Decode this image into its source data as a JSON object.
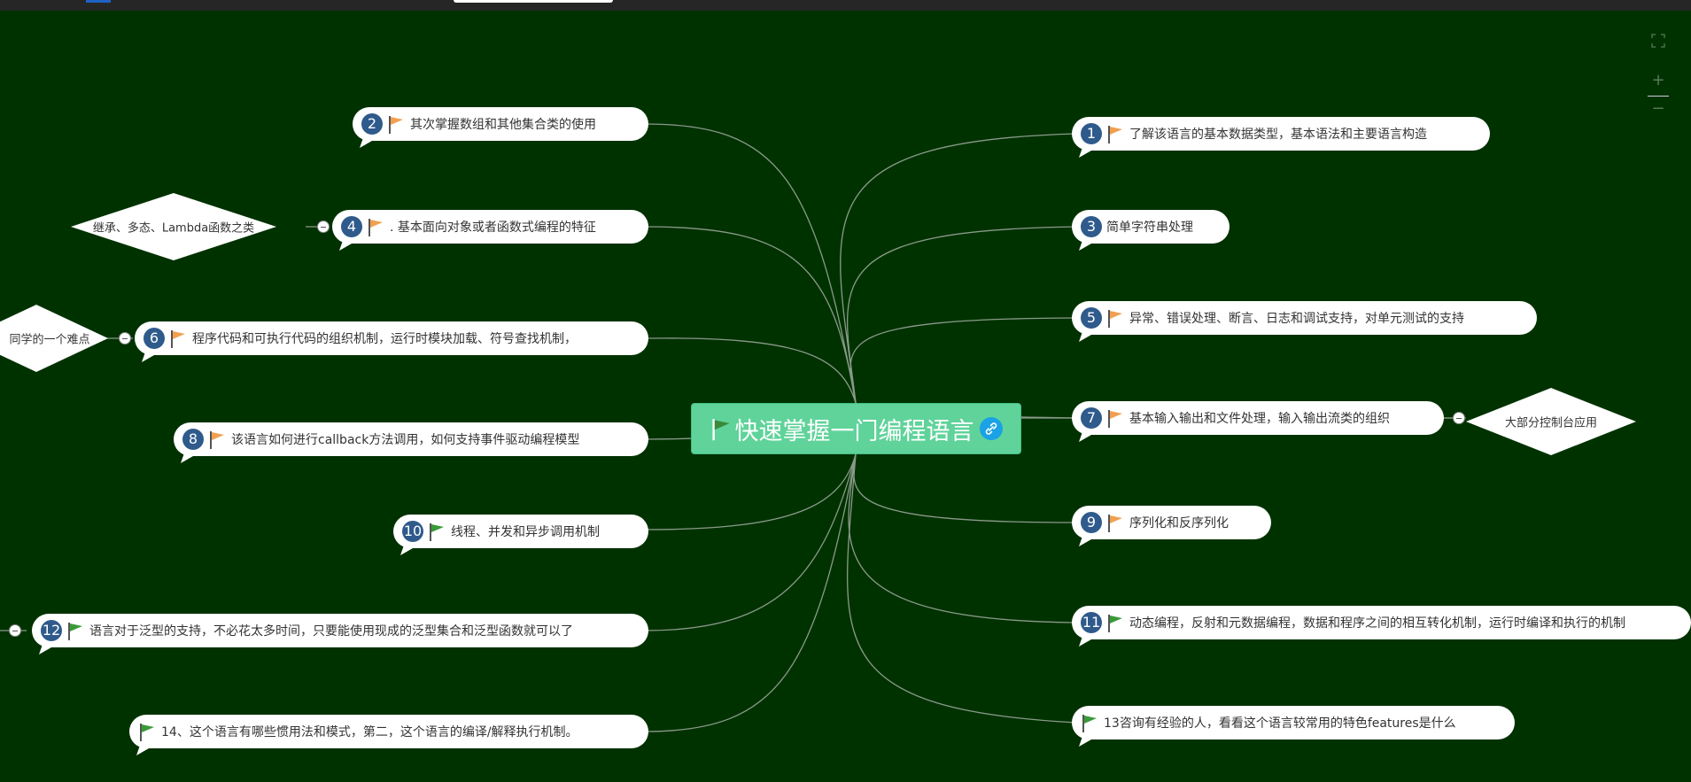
{
  "center": {
    "label": "快速掌握一门编程语言",
    "flag_color": "#3a9a3a"
  },
  "colors": {
    "background": "#003200",
    "center_fill": "#5fd39a",
    "number_badge": "#2f5a8c",
    "flag_orange": "#f0a050",
    "flag_green": "#3a9a3a",
    "link": "#1aa1e6"
  },
  "nodes": [
    {
      "id": 1,
      "num": "1",
      "flag": "orange",
      "text": "了解该语言的基本数据类型，基本语法和主要语言构造"
    },
    {
      "id": 2,
      "num": "2",
      "flag": "orange",
      "text": "其次掌握数组和其他集合类的使用"
    },
    {
      "id": 3,
      "num": "3",
      "flag": "",
      "text": "简单字符串处理"
    },
    {
      "id": 4,
      "num": "4",
      "flag": "orange",
      "text": ". 基本面向对象或者函数式编程的特征"
    },
    {
      "id": 5,
      "num": "5",
      "flag": "orange",
      "text": "异常、错误处理、断言、日志和调试支持，对单元测试的支持"
    },
    {
      "id": 6,
      "num": "6",
      "flag": "orange",
      "text": "程序代码和可执行代码的组织机制，运行时模块加载、符号查找机制，"
    },
    {
      "id": 7,
      "num": "7",
      "flag": "orange",
      "text": "基本输入输出和文件处理，输入输出流类的组织"
    },
    {
      "id": 8,
      "num": "8",
      "flag": "orange",
      "text": "该语言如何进行callback方法调用，如何支持事件驱动编程模型"
    },
    {
      "id": 9,
      "num": "9",
      "flag": "orange",
      "text": "序列化和反序列化"
    },
    {
      "id": 10,
      "num": "10",
      "flag": "green",
      "text": "线程、并发和异步调用机制"
    },
    {
      "id": 11,
      "num": "11",
      "flag": "green",
      "text": "动态编程，反射和元数据编程，数据和程序之间的相互转化机制，运行时编译和执行的机制"
    },
    {
      "id": 12,
      "num": "12",
      "flag": "green",
      "text": "语言对于泛型的支持，不必花太多时间，只要能使用现成的泛型集合和泛型函数就可以了"
    },
    {
      "id": 13,
      "num": "",
      "flag": "green",
      "text": "13咨询有经验的人，看看这个语言较常用的特色features是什么"
    },
    {
      "id": 14,
      "num": "",
      "flag": "green",
      "text": "14、这个语言有哪些惯用法和模式，第二，这个语言的编译/解释执行机制。"
    }
  ],
  "notes": {
    "n4": "继承、多态、Lambda函数之类",
    "n6": "同学的一个难点",
    "n7": "大部分控制台应用"
  },
  "toolbar": {
    "fullscreen": "fullscreen-icon",
    "zoom_in": "+",
    "zoom_out": "−"
  }
}
